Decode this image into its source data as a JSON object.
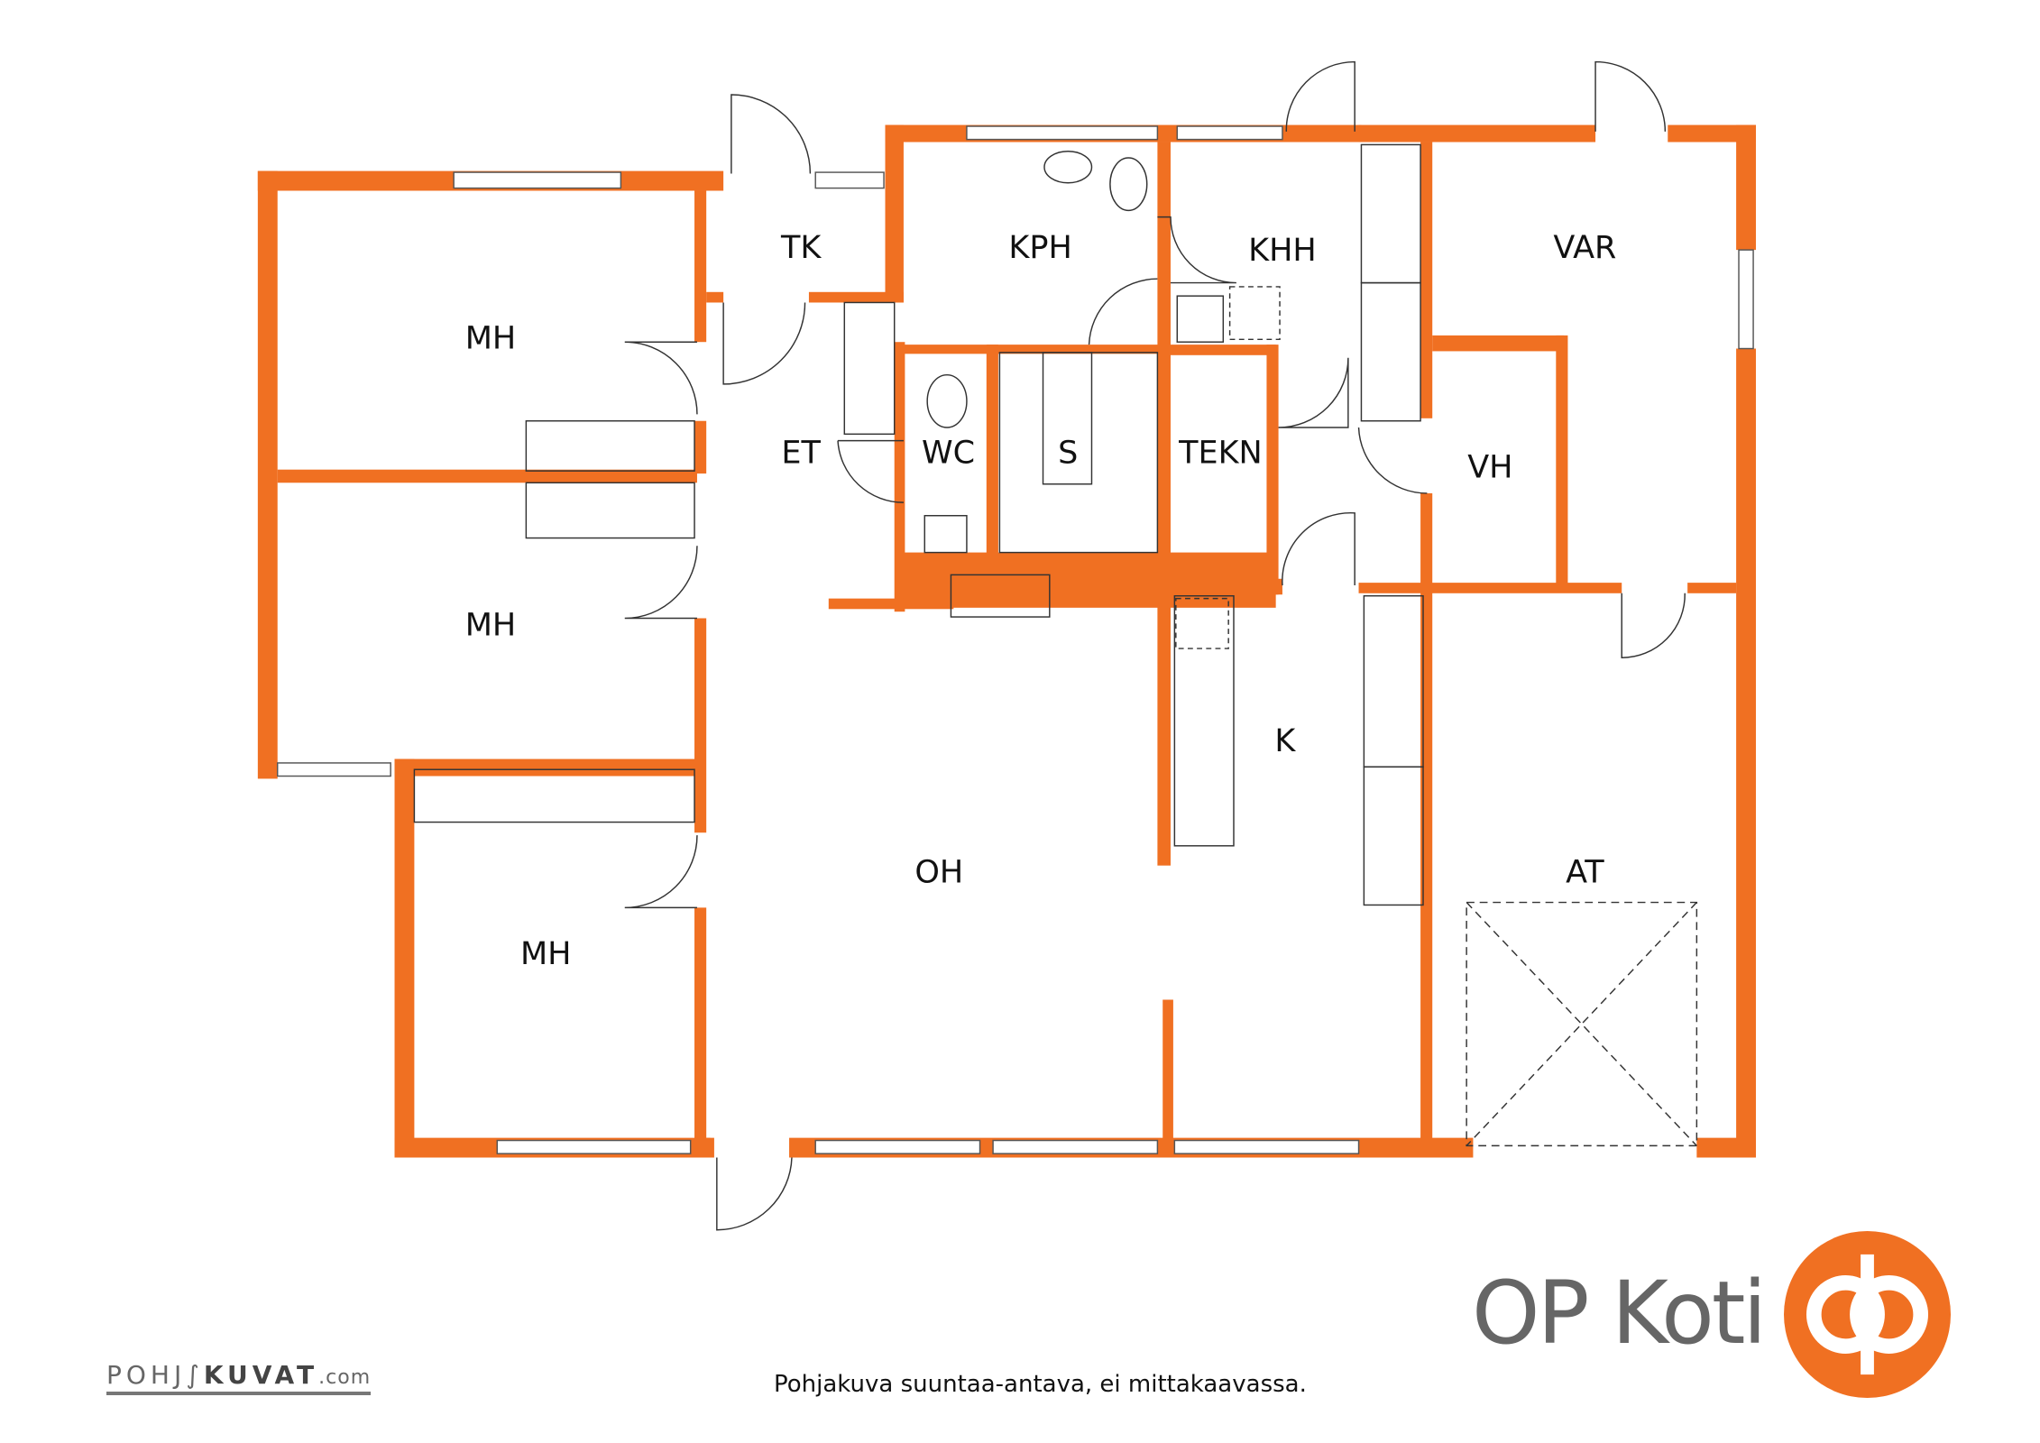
{
  "rooms": {
    "mh1": "MH",
    "mh2": "MH",
    "mh3": "MH",
    "tk": "TK",
    "kph": "KPH",
    "khh": "KHH",
    "var": "VAR",
    "et": "ET",
    "wc": "WC",
    "s": "S",
    "tekn": "TEKN",
    "vh": "VH",
    "k": "K",
    "oh": "OH",
    "at": "AT"
  },
  "footer": {
    "note": "Pohjakuva suuntaa-antava, ei mittakaavassa.",
    "brand": "OP Koti",
    "credit_a": "POHJ",
    "credit_b": "KUVAT",
    "credit_c": ".com"
  },
  "colors": {
    "wall": "#F07022",
    "brand_text": "#666666"
  }
}
